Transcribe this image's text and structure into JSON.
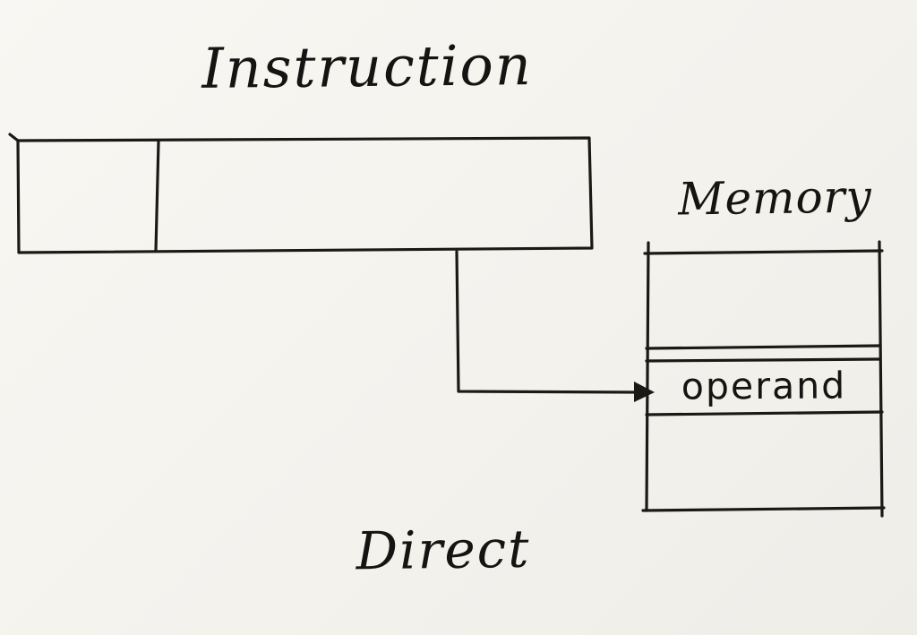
{
  "diagram": {
    "title": "Instruction",
    "memory_label": "Memory",
    "operand_label": "operand",
    "caption": "Direct"
  },
  "colors": {
    "ink": "#1b1916",
    "paper": "#f6f4ef"
  },
  "icons": {
    "arrow": "right-arrow-icon"
  }
}
